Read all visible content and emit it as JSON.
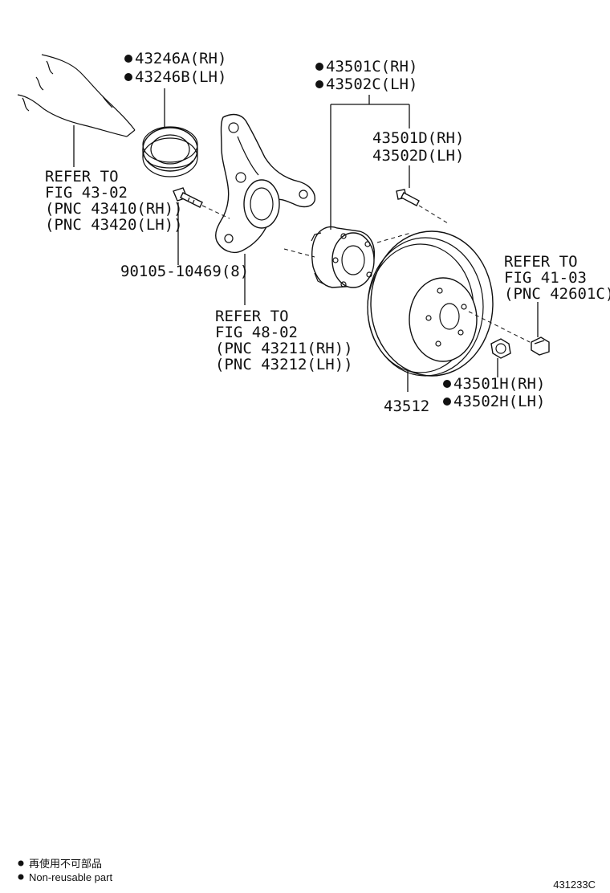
{
  "labels": {
    "seal_rh": "43246A(RH)",
    "seal_lh": "43246B(LH)",
    "refer_4302": [
      "REFER TO",
      "FIG 43-02",
      "(PNC 43410(RH))",
      "(PNC 43420(LH))"
    ],
    "bolt": "90105-10469(8)",
    "refer_4802": [
      "REFER TO",
      "FIG 48-02",
      "(PNC 43211(RH))",
      "(PNC 43212(LH))"
    ],
    "hub_c_rh": "43501C(RH)",
    "hub_c_lh": "43502C(LH)",
    "hub_d_rh": "43501D(RH)",
    "hub_d_lh": "43502D(LH)",
    "refer_4103": [
      "REFER TO",
      "FIG 41-03",
      "(PNC 42601C)"
    ],
    "hub_h_rh": "43501H(RH)",
    "hub_h_lh": "43502H(LH)",
    "rotor": "43512"
  },
  "legend": {
    "line1": "再使用不可部品",
    "line2": "Non-reusable part"
  },
  "figure_code": "431233C"
}
